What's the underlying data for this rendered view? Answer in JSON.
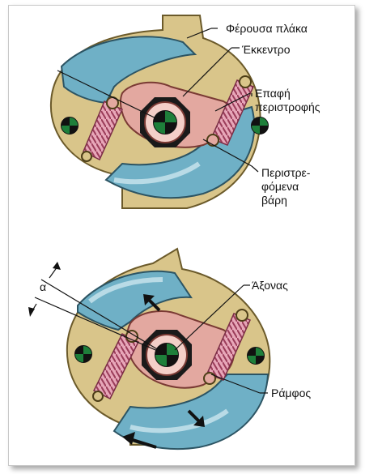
{
  "labels": {
    "carrier_plate": "Φέρουσα πλάκα",
    "eccentric": "Έκκεντρο",
    "contact_line1": "Επαφή",
    "contact_line2": "περιστροφής",
    "weights_line1": "Περιστρε-",
    "weights_line2": "φόμενα",
    "weights_line3": "βάρη",
    "axis": "Άξονας",
    "latch": "Ράμφος",
    "angle": "α"
  },
  "colors": {
    "plate": "#d9c58a",
    "plate_edge": "#6b5a2a",
    "weight": "#6fb0c6",
    "weight_light": "#b9dbe6",
    "cam": "#e3a8a0",
    "cam_light": "#f3cfc8",
    "spring": "#c9708a",
    "hub": "#1a1a1a"
  },
  "icons": [
    "marker-icon",
    "arrow-icon",
    "spring-icon"
  ]
}
